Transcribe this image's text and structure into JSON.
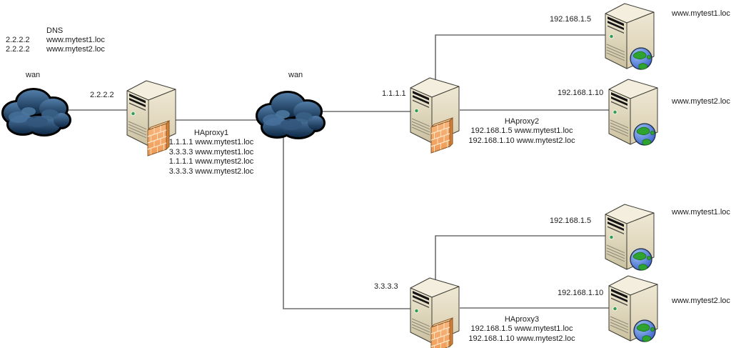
{
  "diagram": {
    "dns": {
      "title": "DNS",
      "rows": [
        {
          "ip": "2.2.2.2",
          "host": "www.mytest1.loc"
        },
        {
          "ip": "2.2.2.2",
          "host": "www.mytest2.loc"
        }
      ]
    },
    "clouds": [
      {
        "label": "wan"
      },
      {
        "label": "wan"
      }
    ],
    "link_labels": {
      "wan_to_haproxy1": "2.2.2.2",
      "wan_to_haproxy2": "1.1.1.1",
      "wan_to_haproxy3": "3.3.3.3",
      "haproxy2_to_web1": "192.168.1.5",
      "haproxy2_to_web2": "192.168.1.10",
      "haproxy3_to_web3": "192.168.1.5",
      "haproxy3_to_web4": "192.168.1.10"
    },
    "proxies": [
      {
        "name": "HAproxy1",
        "rules": [
          "1.1.1.1 www.mytest1.loc",
          "3.3.3.3 www.mytest1.loc",
          "1.1.1.1 www.mytest2.loc",
          "3.3.3.3 www.mytest2.loc"
        ]
      },
      {
        "name": "HAproxy2",
        "rules": [
          "192.168.1.5 www.mytest1.loc",
          "192.168.1.10 www.mytest2.loc"
        ]
      },
      {
        "name": "HAproxy3",
        "rules": [
          "192.168.1.5 www.mytest1.loc",
          "192.168.1.10 www.mytest2.loc"
        ]
      }
    ],
    "web_servers": [
      {
        "label": "www.mytest1.loc"
      },
      {
        "label": "www.mytest2.loc"
      },
      {
        "label": "www.mytest1.loc"
      },
      {
        "label": "www.mytest2.loc"
      }
    ],
    "icons": {
      "cloud": "cloud-icon",
      "proxy": "server-firewall-icon",
      "web": "server-globe-icon"
    },
    "colors": {
      "cloud_blue_dark": "#12304e",
      "cloud_blue_light": "#527da8",
      "server_beige": "#e9e1cb",
      "firewall_orange": "#f4a76f",
      "globe_blue": "#3b5fd0",
      "globe_green": "#2fa32f",
      "line_gray": "#6e6e6e",
      "text": "#1c1c1c"
    }
  }
}
